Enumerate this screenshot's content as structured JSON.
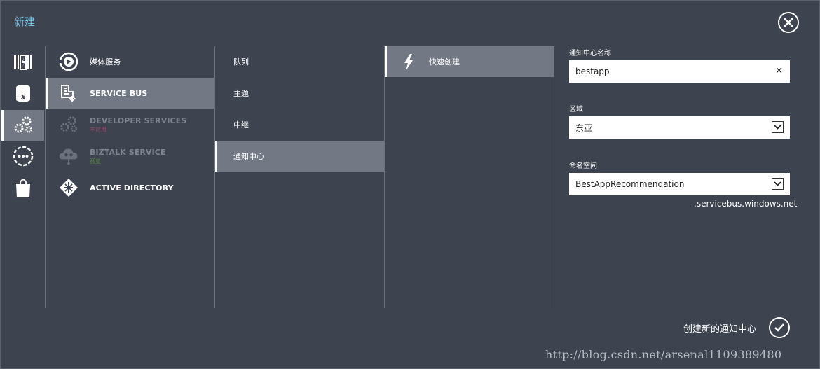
{
  "dialog": {
    "title": "新建"
  },
  "categories": [
    {
      "name": "compute-icon",
      "selected": false
    },
    {
      "name": "data-services-icon",
      "selected": false
    },
    {
      "name": "app-services-icon",
      "selected": true
    },
    {
      "name": "network-services-icon",
      "selected": false
    },
    {
      "name": "store-icon",
      "selected": false
    }
  ],
  "services": [
    {
      "label": "媒体服务",
      "sub": "",
      "icon": "media-services-icon",
      "state": "normal"
    },
    {
      "label": "SERVICE BUS",
      "sub": "",
      "icon": "service-bus-icon",
      "state": "selected"
    },
    {
      "label": "DEVELOPER SERVICES",
      "sub": "不可用",
      "icon": "developer-services-icon",
      "state": "disabled",
      "sub_color": "#a0476b"
    },
    {
      "label": "BIZTALK SERVICE",
      "sub": "预览",
      "icon": "biztalk-service-icon",
      "state": "disabled",
      "sub_color": "#5f8a3a"
    },
    {
      "label": "ACTIVE DIRECTORY",
      "sub": "",
      "icon": "active-directory-icon",
      "state": "normal"
    }
  ],
  "subtypes": [
    {
      "label": "队列",
      "selected": false
    },
    {
      "label": "主题",
      "selected": false
    },
    {
      "label": "中继",
      "selected": false
    },
    {
      "label": "通知中心",
      "selected": true
    }
  ],
  "action": {
    "label": "快速创建",
    "icon": "lightning-icon"
  },
  "form": {
    "hub_name": {
      "label": "通知中心名称",
      "value": "bestapp"
    },
    "region": {
      "label": "区域",
      "value": "东亚"
    },
    "namespace": {
      "label": "命名空间",
      "value": "BestAppRecommendation",
      "suffix": ".servicebus.windows.net"
    }
  },
  "footer": {
    "create_label": "创建新的通知中心"
  },
  "watermark": "http://blog.csdn.net/arsenal1109389480",
  "colors": {
    "title": "#7cc7ea",
    "background": "#3d4450",
    "selected": "#727985"
  }
}
